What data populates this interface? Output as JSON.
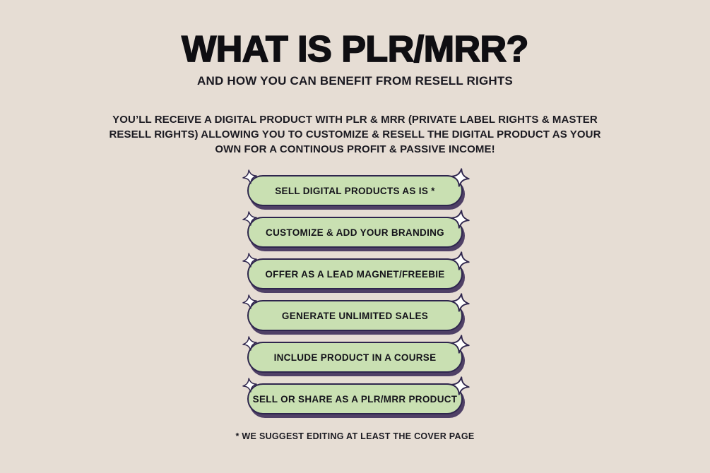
{
  "page": {
    "title": "WHAT IS PLR/MRR?",
    "subtitle": "AND HOW YOU CAN BENEFIT FROM RESELL RIGHTS",
    "footnote": "* WE SUGGEST EDITING AT LEAST THE COVER PAGE",
    "background_color": "#e6ddd4"
  },
  "intro": {
    "full_text": "YOU’LL RECEIVE A DIGITAL PRODUCT WITH PLR & MRR (PRIVATE LABEL RIGHTS & MASTER RESELL RIGHTS) ALLOWING YOU TO CUSTOMIZE & RESELL THE DIGITAL PRODUCT AS YOUR OWN FOR A CONTINOUS PROFIT & PASSIVE INCOME!",
    "lines": [
      "YOU’LL RECEIVE A DIGITAL PRODUCT WITH PLR & MRR (PRIVATE LABEL RIGHTS & MASTER",
      "RESELL RIGHTS) ALLOWING YOU TO CUSTOMIZE & RESELL THE DIGITAL PRODUCT AS YOUR",
      "OWN FOR A CONTINOUS PROFIT & PASSIVE INCOME!"
    ]
  },
  "benefits": [
    {
      "label": "SELL DIGITAL PRODUCTS AS IS *"
    },
    {
      "label": "CUSTOMIZE & ADD YOUR BRANDING"
    },
    {
      "label": "OFFER AS A LEAD MAGNET/FREEBIE"
    },
    {
      "label": "GENERATE UNLIMITED SALES"
    },
    {
      "label": "INCLUDE PRODUCT IN A COURSE"
    },
    {
      "label": "SELL OR SHARE AS A PLR/MRR PRODUCT"
    }
  ],
  "icons": {
    "sparkle": "sparkle-icon"
  },
  "colors": {
    "background": "#e6ddd4",
    "pill_fill": "#c9e0b2",
    "pill_border": "#2e254d",
    "pill_shadow": "#4f4066",
    "text_dark": "#17161c",
    "sparkle_fill": "#ffffff"
  }
}
